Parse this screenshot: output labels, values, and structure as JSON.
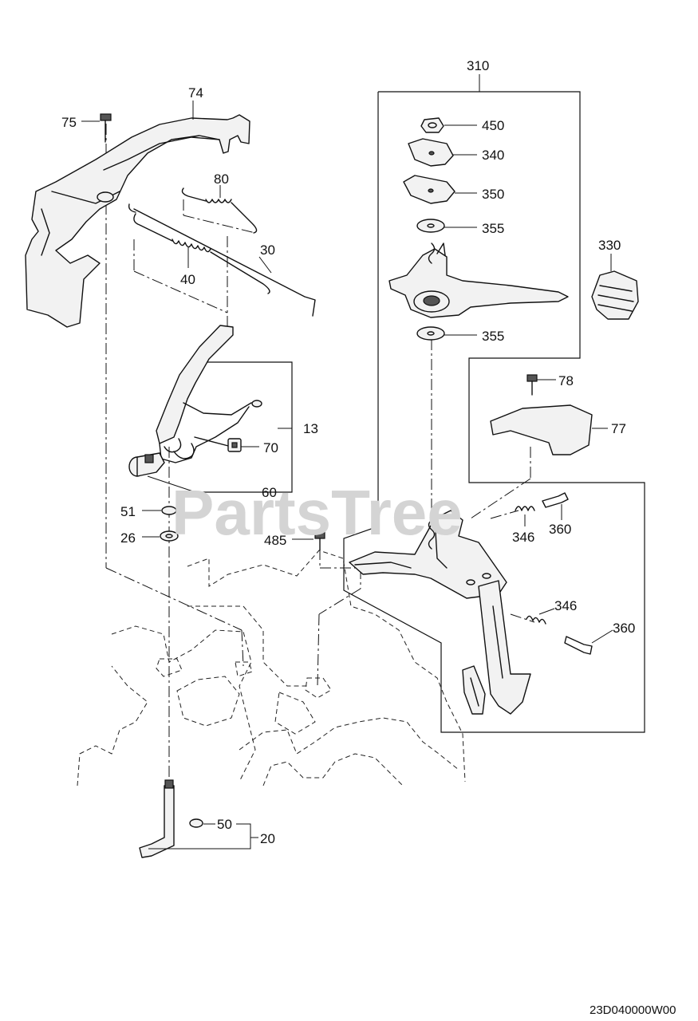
{
  "watermark": "PartsTree",
  "diagram_code": "23D040000W00",
  "callouts": {
    "c310": "310",
    "c450": "450",
    "c340": "340",
    "c350": "350",
    "c355a": "355",
    "c355b": "355",
    "c330": "330",
    "c74": "74",
    "c75": "75",
    "c80": "80",
    "c30": "30",
    "c40": "40",
    "c13": "13",
    "c70": "70",
    "c60": "60",
    "c51": "51",
    "c26": "26",
    "c485": "485",
    "c78": "78",
    "c77": "77",
    "c346a": "346",
    "c360a": "360",
    "c346b": "346",
    "c360b": "360",
    "c50": "50",
    "c20": "20"
  }
}
